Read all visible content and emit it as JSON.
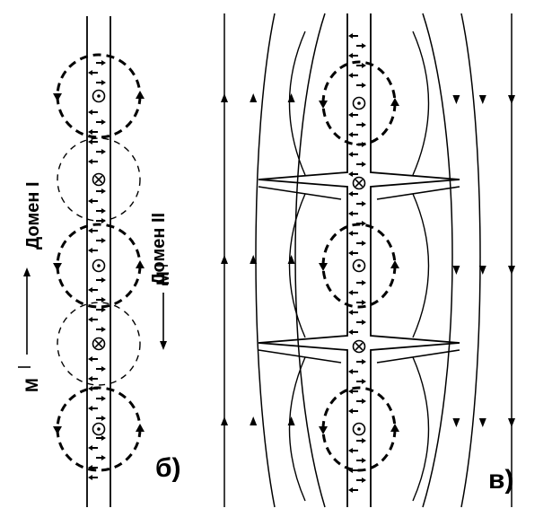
{
  "figure": {
    "panel_b": {
      "label": "б)",
      "domain_left_label": "Домен I",
      "domain_right_label": "Домен II",
      "magnetization_left": "M",
      "magnetization_right": "M"
    },
    "panel_v": {
      "label": "в)"
    }
  },
  "colors": {
    "ink": "#000000",
    "paper": "#ffffff"
  },
  "symbols": {
    "panel_b_vortices": [
      "dot",
      "cross",
      "dot",
      "cross",
      "dot"
    ],
    "panel_v_vortices": [
      "dot",
      "cross",
      "dot",
      "cross",
      "dot"
    ]
  }
}
